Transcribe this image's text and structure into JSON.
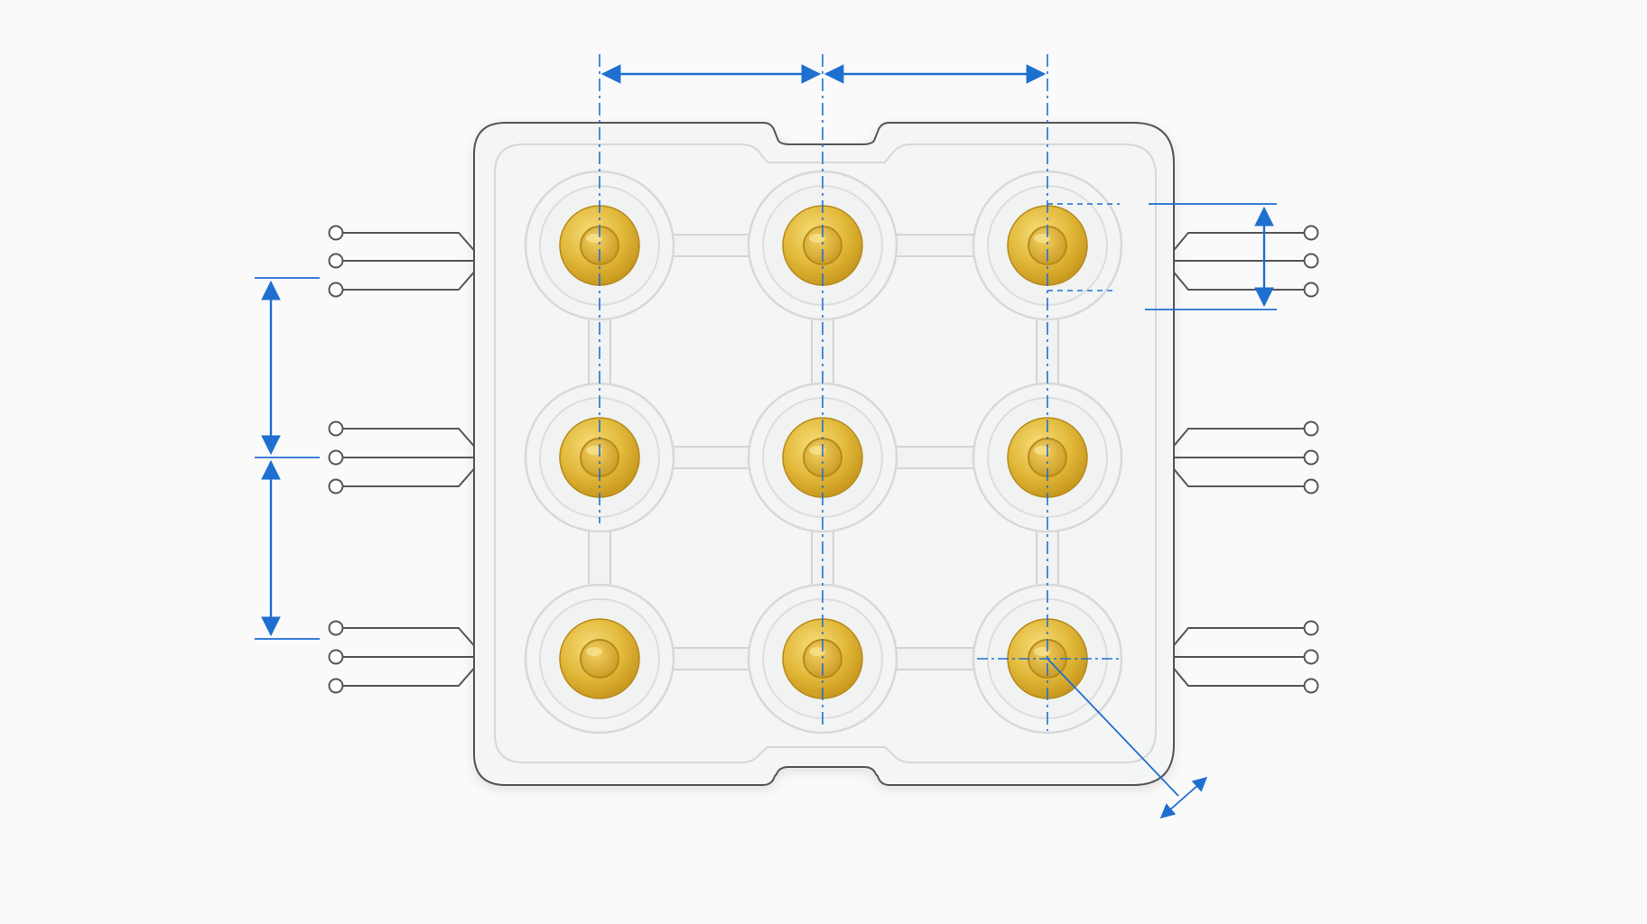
{
  "diagram": {
    "grid": {
      "rows": 3,
      "cols": 3
    },
    "pads": [
      {
        "row": 1,
        "col": 1
      },
      {
        "row": 1,
        "col": 2
      },
      {
        "row": 1,
        "col": 3
      },
      {
        "row": 2,
        "col": 1
      },
      {
        "row": 2,
        "col": 2
      },
      {
        "row": 2,
        "col": 3
      },
      {
        "row": 3,
        "col": 1
      },
      {
        "row": 3,
        "col": 2
      },
      {
        "row": 3,
        "col": 3
      }
    ],
    "leads": {
      "per_side": 9,
      "sides": [
        "left",
        "right"
      ]
    },
    "dimensions": [
      {
        "id": "pitch-x-1",
        "text": ""
      },
      {
        "id": "pitch-x-2",
        "text": ""
      },
      {
        "id": "pitch-y-1",
        "text": ""
      },
      {
        "id": "pitch-y-2",
        "text": ""
      },
      {
        "id": "lead-group-span",
        "text": ""
      },
      {
        "id": "corner-pad-diameter",
        "text": ""
      }
    ],
    "colors": {
      "dimension": "#1f6fd1",
      "outline": "#555555",
      "substrate": "#f1f2f2",
      "gold": "#e2b93a",
      "gold_light": "#f4d66c",
      "gold_dark": "#b58a1c"
    },
    "icons": {
      "pad": "gold-contact-pad-icon",
      "lead_terminal": "lead-terminal-icon",
      "arrow": "dimension-arrow-icon"
    }
  }
}
